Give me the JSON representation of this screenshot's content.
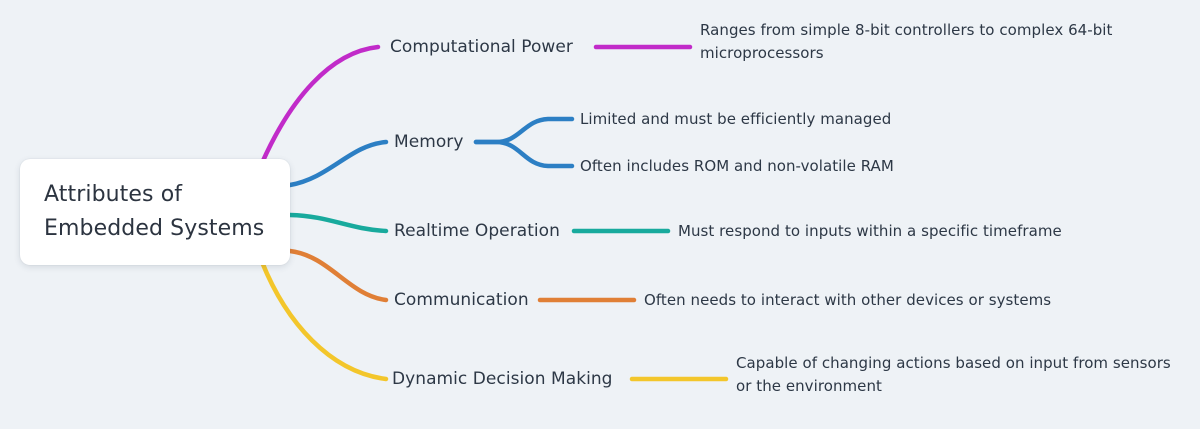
{
  "diagram": {
    "type": "mindmap",
    "background_color": "#eef2f6",
    "text_color": "#2d3846",
    "root": {
      "line1": "Attributes of",
      "line2": "Embedded Systems",
      "background_color": "#ffffff"
    },
    "branches": [
      {
        "label": "Computational Power",
        "color": "#c12bc9",
        "children": [
          {
            "text": "Ranges from simple 8-bit controllers to complex 64-bit microprocessors"
          }
        ]
      },
      {
        "label": "Memory",
        "color": "#2c7fc4",
        "children": [
          {
            "text": "Limited and must be efficiently managed"
          },
          {
            "text": "Often includes ROM and non-volatile RAM"
          }
        ]
      },
      {
        "label": "Realtime Operation",
        "color": "#18aa9d",
        "children": [
          {
            "text": "Must respond to inputs within a specific timeframe"
          }
        ]
      },
      {
        "label": "Communication",
        "color": "#e07f36",
        "children": [
          {
            "text": "Often needs to interact with other devices or systems"
          }
        ]
      },
      {
        "label": "Dynamic Decision Making",
        "color": "#f3c62b",
        "children": [
          {
            "text": "Capable of changing actions based on input from sensors or the environment"
          }
        ]
      }
    ]
  }
}
